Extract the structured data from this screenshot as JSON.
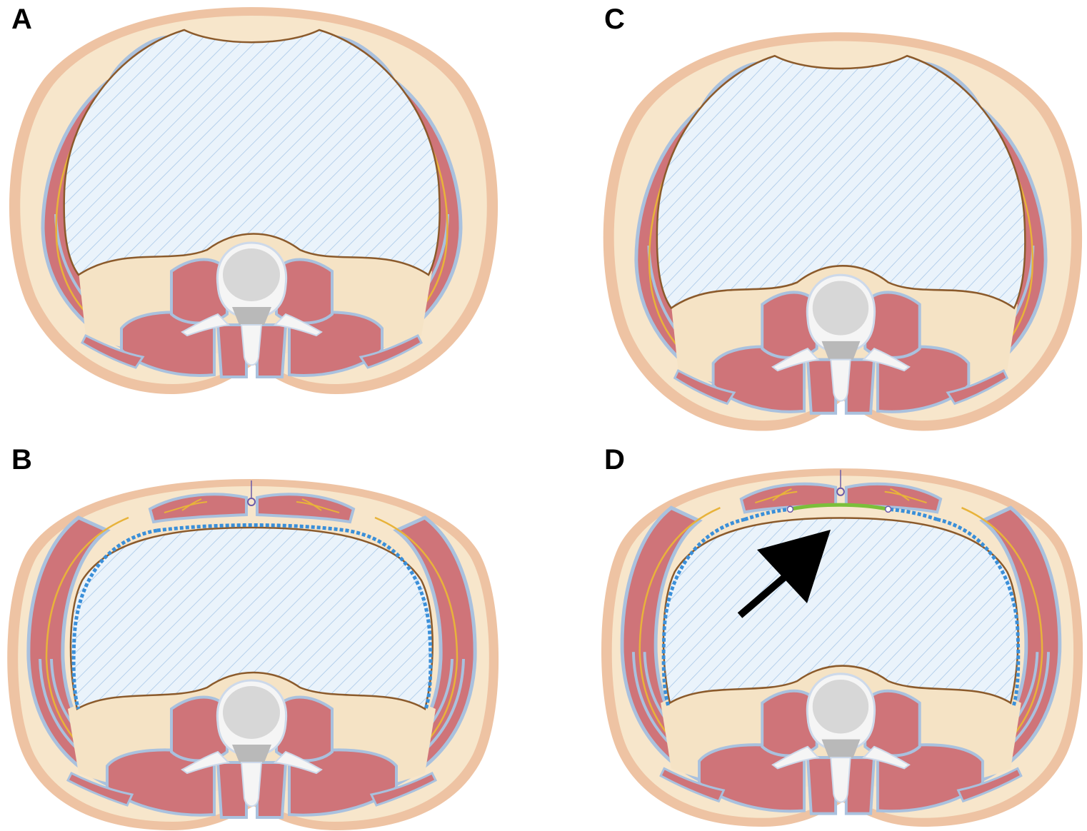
{
  "figure": {
    "panels": [
      {
        "id": "A",
        "label": "A",
        "variant": "open"
      },
      {
        "id": "B",
        "label": "B",
        "variant": "closed"
      },
      {
        "id": "C",
        "label": "C",
        "variant": "open-wide"
      },
      {
        "id": "D",
        "label": "D",
        "variant": "closed-bridged"
      }
    ],
    "colors": {
      "background": "#ffffff",
      "skin": "#eec3a3",
      "fat": "#f7e6cb",
      "muscle": "#cf7479",
      "muscle_outline": "#a9c1de",
      "fascia": "#cdd9ea",
      "peritoneum": "#8b5a2b",
      "cavity": "#eaf3fb",
      "cavity_hatch": "#a9c8e8",
      "bone": "#f5f5f5",
      "bone_core": "#d7d7d7",
      "nerve": "#e8b33a",
      "mesh_blue": "#3a8fd9",
      "mesh_green": "#7bbf3a",
      "arrow": "#000000"
    }
  }
}
